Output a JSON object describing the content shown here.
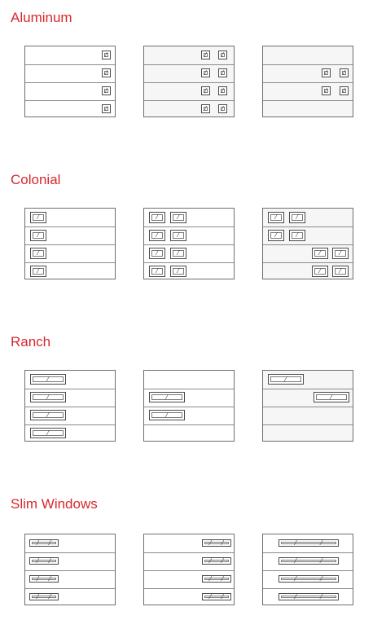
{
  "colors": {
    "title": "#d7282f",
    "door_outline": "#6e6e6e",
    "window_outline": "#4a4a4a"
  },
  "sections": [
    {
      "key": "aluminum",
      "title": "Aluminum"
    },
    {
      "key": "colonial",
      "title": "Colonial"
    },
    {
      "key": "ranch",
      "title": "Ranch"
    },
    {
      "key": "slim",
      "title": "Slim Windows"
    }
  ],
  "glyph": "⁄"
}
